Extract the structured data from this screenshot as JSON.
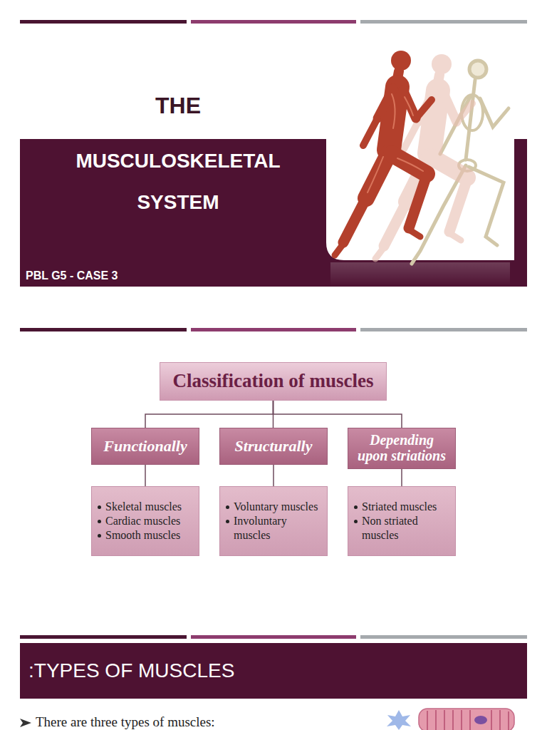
{
  "diagram": {
    "nodes": [
      {
        "text": [
          "MUSCULOSKELETAL SYSTEM",
          "PBL G5 - CASE 3"
        ]
      },
      {
        "text": [
          "Classification of muscles"
        ]
      },
      {
        "text": [
          "Functionally"
        ]
      },
      {
        "text": [
          "Structurally"
        ]
      },
      {
        "text": [
          "Depending upon striations"
        ]
      },
      {
        "text": [
          "Skeletal muscles",
          "Cardiac muscles",
          "Smooth muscles"
        ]
      },
      {
        "text": [
          "Voluntary muscles",
          "Involuntary muscles"
        ]
      },
      {
        "text": [
          "Striated muscles",
          "Non striated muscles"
        ]
      },
      {
        "text": [
          ":TYPES OF MUSCLES"
        ]
      }
    ],
    "edges": [
      {
        "from": 1,
        "to": 2,
        "arrow": "none"
      },
      {
        "from": 1,
        "to": 3,
        "arrow": "none"
      },
      {
        "from": 1,
        "to": 4,
        "arrow": "none"
      },
      {
        "from": 2,
        "to": 5,
        "arrow": "none"
      },
      {
        "from": 3,
        "to": 6,
        "arrow": "none"
      },
      {
        "from": 4,
        "to": 7,
        "arrow": "none"
      }
    ],
    "labels": [
      "THE",
      "There are three types of muscles:"
    ]
  }
}
